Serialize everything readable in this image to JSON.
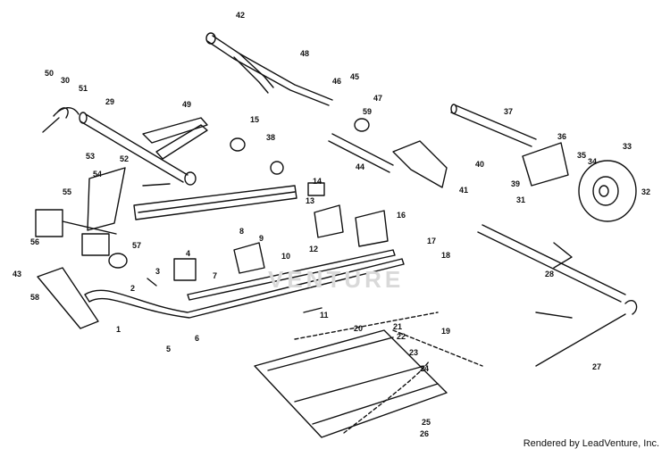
{
  "credit": "Rendered by LeadVenture, Inc.",
  "watermark": "VENTURE",
  "callouts": [
    "1",
    "2",
    "3",
    "4",
    "5",
    "6",
    "7",
    "8",
    "9",
    "10",
    "11",
    "12",
    "13",
    "14",
    "15",
    "16",
    "17",
    "18",
    "19",
    "20",
    "21",
    "22",
    "23",
    "24",
    "25",
    "26",
    "27",
    "28",
    "29",
    "30",
    "31",
    "32",
    "33",
    "34",
    "35",
    "36",
    "37",
    "38",
    "39",
    "40",
    "41",
    "42",
    "43",
    "44",
    "45",
    "46",
    "47",
    "48",
    "49",
    "50",
    "51",
    "52",
    "53",
    "54",
    "55",
    "56",
    "57",
    "58",
    "59"
  ]
}
